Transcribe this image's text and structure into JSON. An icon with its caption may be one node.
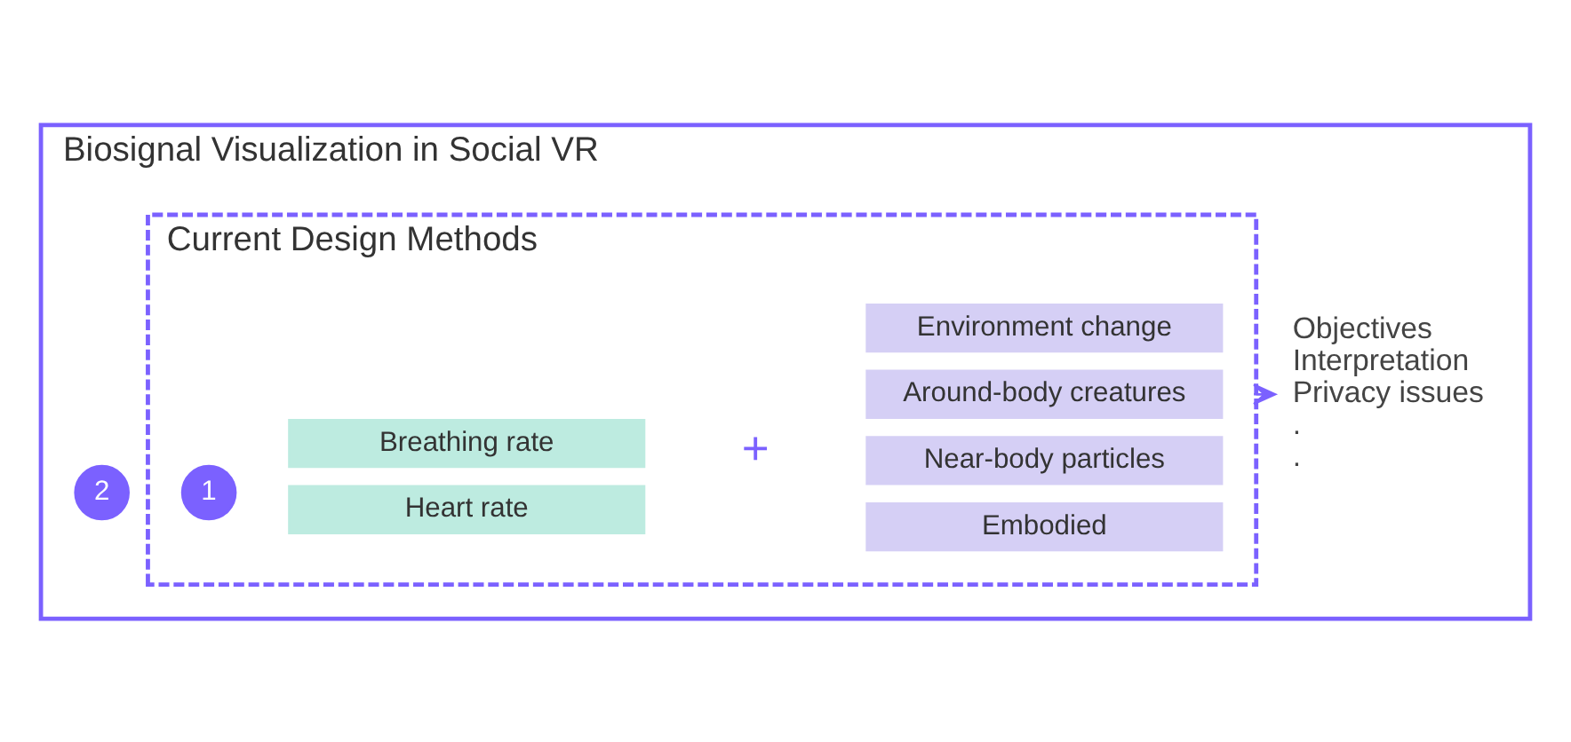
{
  "diagram": {
    "nodes": [
      {
        "text": [
          "Biosignal Visualization in Social VR"
        ]
      },
      {
        "text": [
          "2"
        ],
        "in": 0
      },
      {
        "text": [
          "Current Design Methods"
        ],
        "in": 0
      },
      {
        "text": [
          "1"
        ],
        "in": 2
      },
      {
        "text": [
          "Heart rate"
        ],
        "in": 2
      },
      {
        "text": [
          "Breathing rate"
        ],
        "in": 2
      },
      {
        "text": [
          "Embodied"
        ],
        "in": 2
      },
      {
        "text": [
          "Near-body particles"
        ],
        "in": 2
      },
      {
        "text": [
          "Around-body creatures"
        ],
        "in": 2
      },
      {
        "text": [
          "Environment change"
        ],
        "in": 2
      },
      {
        "text": [
          "Objectives",
          "Interpretation",
          "Privacy issues",
          ".",
          "."
        ],
        "in": 0
      }
    ],
    "edges": [
      {
        "from": 2,
        "to": 10,
        "arrow": "to"
      }
    ],
    "labels": [
      "+"
    ]
  }
}
